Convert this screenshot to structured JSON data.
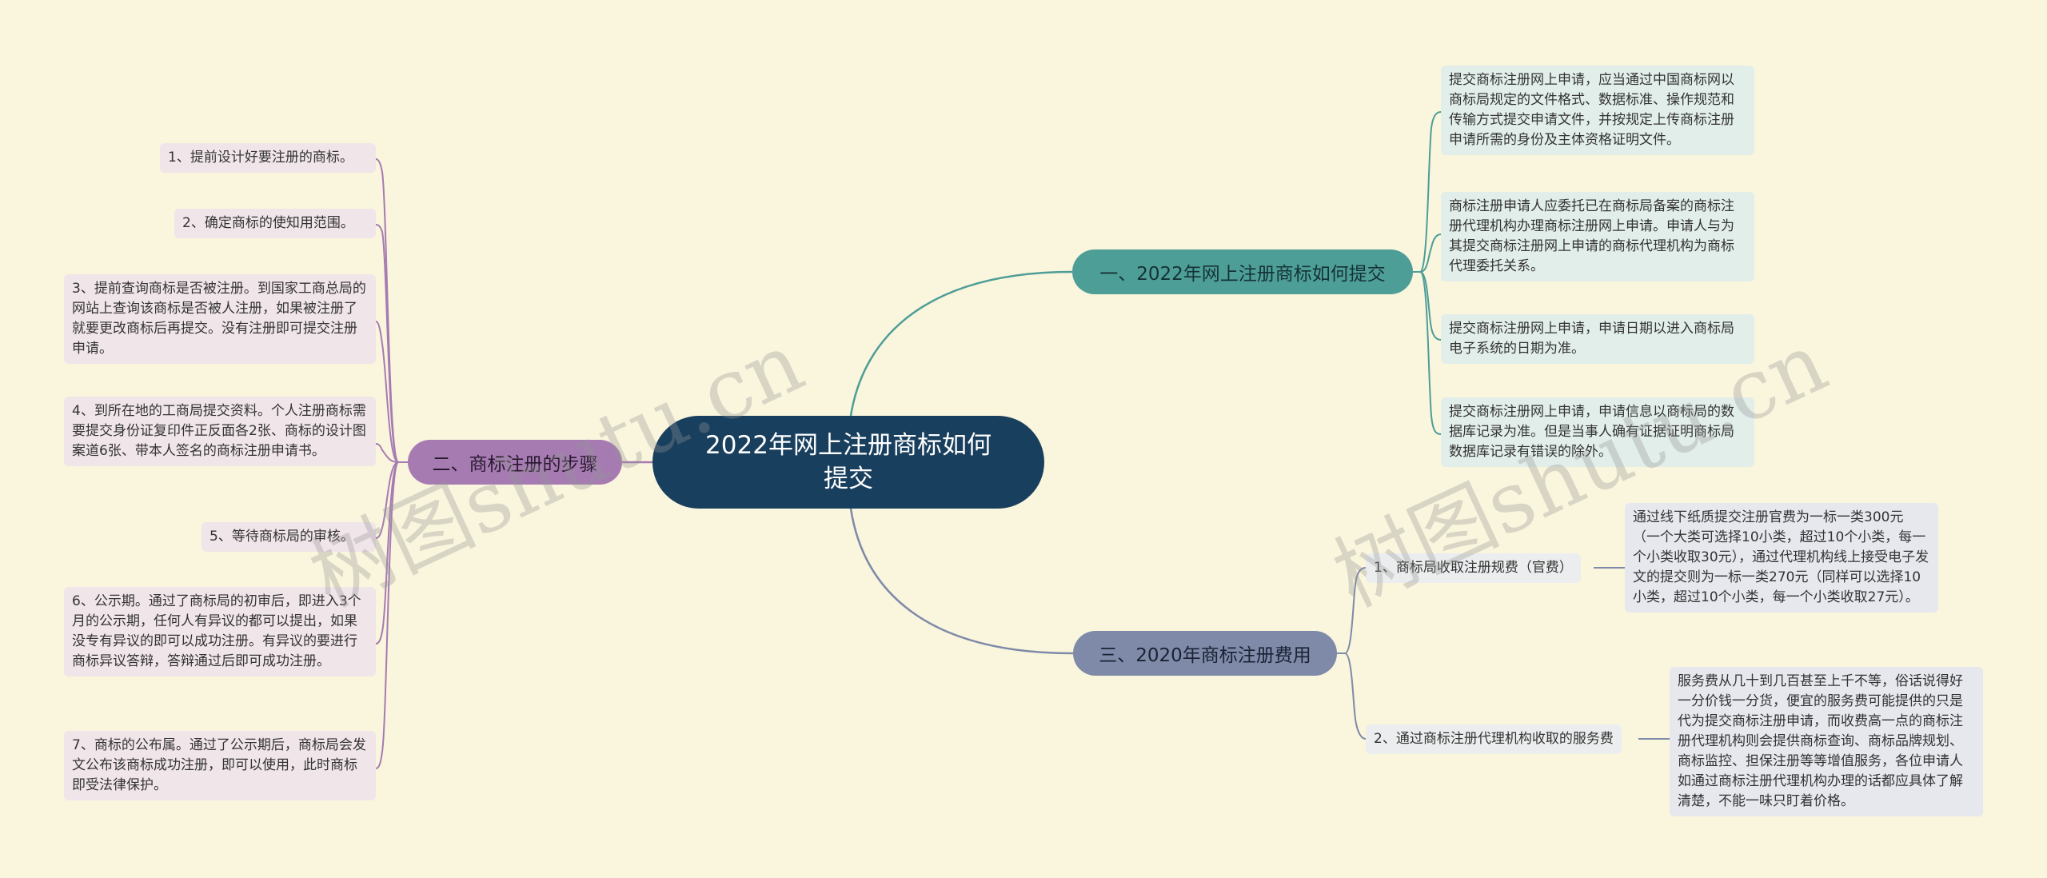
{
  "root": "2022年网上注册商标如何提交",
  "branches": {
    "b1": {
      "label": "一、2022年网上注册商标如何提交",
      "leaves": [
        "提交商标注册网上申请，应当通过中国商标网以商标局规定的文件格式、数据标准、操作规范和传输方式提交申请文件，并按规定上传商标注册申请所需的身份及主体资格证明文件。",
        "商标注册申请人应委托已在商标局备案的商标注册代理机构办理商标注册网上申请。申请人与为其提交商标注册网上申请的商标代理机构为商标代理委托关系。",
        "提交商标注册网上申请，申请日期以进入商标局电子系统的日期为准。",
        "提交商标注册网上申请，申请信息以商标局的数据库记录为准。但是当事人确有证据证明商标局数据库记录有错误的除外。"
      ]
    },
    "b2": {
      "label": "二、商标注册的步骤",
      "leaves": [
        "1、提前设计好要注册的商标。",
        "2、确定商标的使知用范围。",
        "3、提前查询商标是否被注册。到国家工商总局的网站上查询该商标是否被人注册，如果被注册了就要更改商标后再提交。没有注册即可提交注册申请。",
        "4、到所在地的工商局提交资料。个人注册商标需要提交身份证复印件正反面各2张、商标的设计图案道6张、带本人签名的商标注册申请书。",
        "5、等待商标局的审核。",
        "6、公示期。通过了商标局的初审后，即进入3个月的公示期，任何人有异议的都可以提出，如果没专有异议的即可以成功注册。有异议的要进行商标异议答辩，答辩通过后即可成功注册。",
        "7、商标的公布属。通过了公示期后，商标局会发文公布该商标成功注册，即可以使用，此时商标即受法律保护。"
      ]
    },
    "b3": {
      "label": "三、2020年商标注册费用",
      "subs": [
        {
          "label": "1、商标局收取注册规费（官费）",
          "detail": "通过线下纸质提交注册官费为一标一类300元（一个大类可选择10小类，超过10个小类，每一个小类收取30元），通过代理机构线上接受电子发文的提交则为一标一类270元（同样可以选择10小类，超过10个小类，每一个小类收取27元）。"
        },
        {
          "label": "2、通过商标注册代理机构收取的服务费",
          "detail": "服务费从几十到几百甚至上千不等，俗话说得好一分价钱一分货，便宜的服务费可能提供的只是代为提交商标注册申请，而收费高一点的商标注册代理机构则会提供商标查询、商标品牌规划、商标监控、担保注册等等增值服务，各位申请人如通过商标注册代理机构办理的话都应具体了解清楚，不能一味只盯着价格。"
        }
      ]
    }
  },
  "watermark": "树图shutu.cn",
  "colors": {
    "background": "#faf5dd",
    "root": "#193f5e",
    "teal": "#4e9e98",
    "purple": "#a67bb2",
    "slate": "#7e8aa8"
  }
}
